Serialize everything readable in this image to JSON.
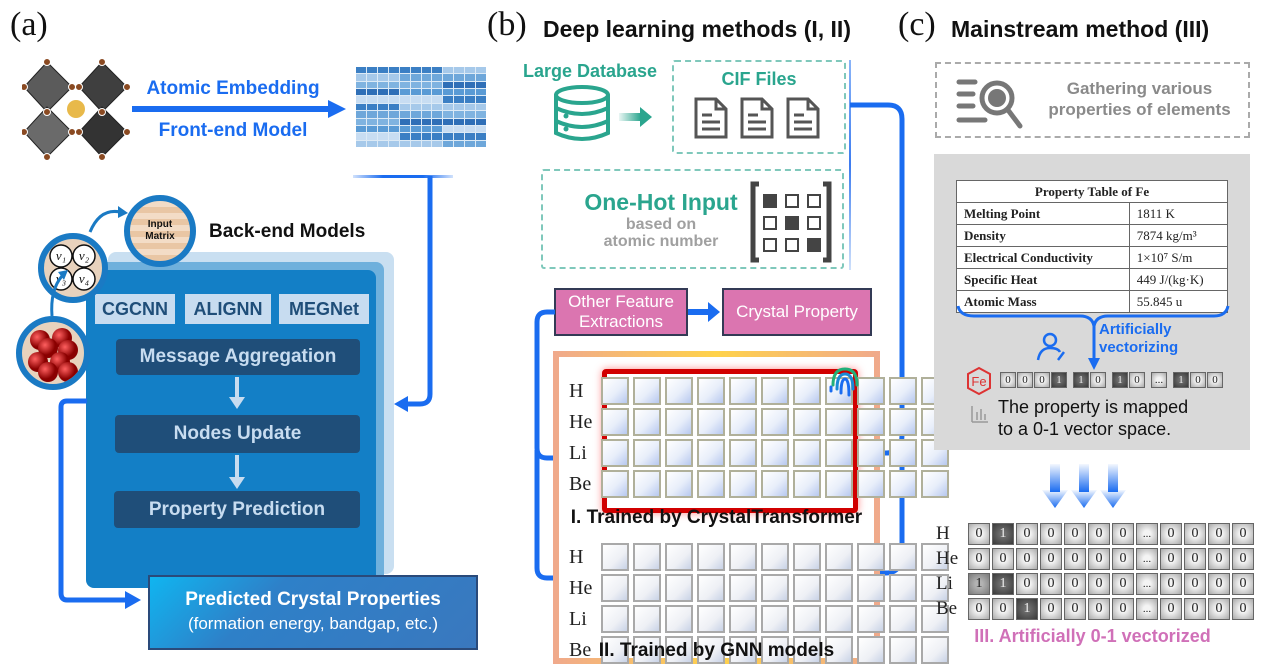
{
  "panel_a": {
    "label": "(a)",
    "front_arrow_top": "Atomic Embedding",
    "front_arrow_bottom": "Front-end Model",
    "input_matrix_label_1": "Input",
    "input_matrix_label_2": "Matrix",
    "node_labels": [
      "v1",
      "v2",
      "v3",
      "v4"
    ],
    "backend_title": "Back-end Models",
    "models": [
      "CGCNN",
      "ALIGNN",
      "MEGNet"
    ],
    "steps": [
      "Message Aggregation",
      "Nodes Update",
      "Property Prediction"
    ],
    "predicted_title": "Predicted Crystal Properties",
    "predicted_subtitle": "(formation energy, bandgap, etc.)",
    "colors": {
      "arrow": "#1a6cf0",
      "backend": "#137fc6",
      "step": "#1f4e79"
    }
  },
  "panel_b": {
    "label": "(b)",
    "title": "Deep learning methods (I, II)",
    "database_label": "Large Database",
    "cif_label": "CIF Files",
    "onehot_title": "One-Hot Input",
    "onehot_sub_1": "based on",
    "onehot_sub_2": "atomic number",
    "onehot_matrix": [
      [
        1,
        0,
        0
      ],
      [
        0,
        1,
        0
      ],
      [
        0,
        0,
        1
      ]
    ],
    "other_features": "Other Feature Extractions",
    "crystal_property": "Crystal Property",
    "elements": [
      "H",
      "He",
      "Li",
      "Be"
    ],
    "grid_columns": 11,
    "caption_1": "I. Trained by CrystalTransformer",
    "caption_2": "II. Trained by GNN models",
    "colors": {
      "teal": "#2aa58e",
      "pink": "#db75b0",
      "frame": "#f0a98c",
      "highlight": "#d10000"
    }
  },
  "panel_c": {
    "label": "(c)",
    "title": "Mainstream method (III)",
    "gather_text_1": "Gathering various",
    "gather_text_2": "properties of elements",
    "table_title": "Property Table of Fe",
    "table_rows": [
      {
        "property": "Melting Point",
        "value": "1811 K"
      },
      {
        "property": "Density",
        "value": "7874 kg/m³"
      },
      {
        "property": "Electrical Conductivity",
        "value": "1×10⁷ S/m"
      },
      {
        "property": "Specific Heat",
        "value": "449 J/(kg·K)"
      },
      {
        "property": "Atomic Mass",
        "value": "55.845 u"
      }
    ],
    "vectorizing_label_1": "Artificially",
    "vectorizing_label_2": "vectorizing",
    "fe_symbol": "Fe",
    "fe_vector": [
      "0",
      "0",
      "0",
      "1",
      "|",
      "1",
      "0",
      "|",
      "1",
      "0",
      "|",
      "...",
      "|",
      "1",
      "0",
      "0"
    ],
    "mapped_text_1": "The property is mapped",
    "mapped_text_2": "to a 0-1 vector space.",
    "vector_rows": [
      {
        "element": "H",
        "values": [
          "0",
          "1",
          "0",
          "0",
          "0",
          "0",
          "0",
          "...",
          "0",
          "0",
          "0",
          "0"
        ]
      },
      {
        "element": "He",
        "values": [
          "0",
          "0",
          "0",
          "0",
          "0",
          "0",
          "0",
          "...",
          "0",
          "0",
          "0",
          "0"
        ]
      },
      {
        "element": "Li",
        "values": [
          "1",
          "1",
          "0",
          "0",
          "0",
          "0",
          "0",
          "...",
          "0",
          "0",
          "0",
          "0"
        ]
      },
      {
        "element": "Be",
        "values": [
          "0",
          "0",
          "1",
          "0",
          "0",
          "0",
          "0",
          "...",
          "0",
          "0",
          "0",
          "0"
        ]
      }
    ],
    "caption": "III. Artificially 0-1 vectorized",
    "colors": {
      "caption": "#d070b8",
      "box": "#d9d9d9"
    }
  }
}
